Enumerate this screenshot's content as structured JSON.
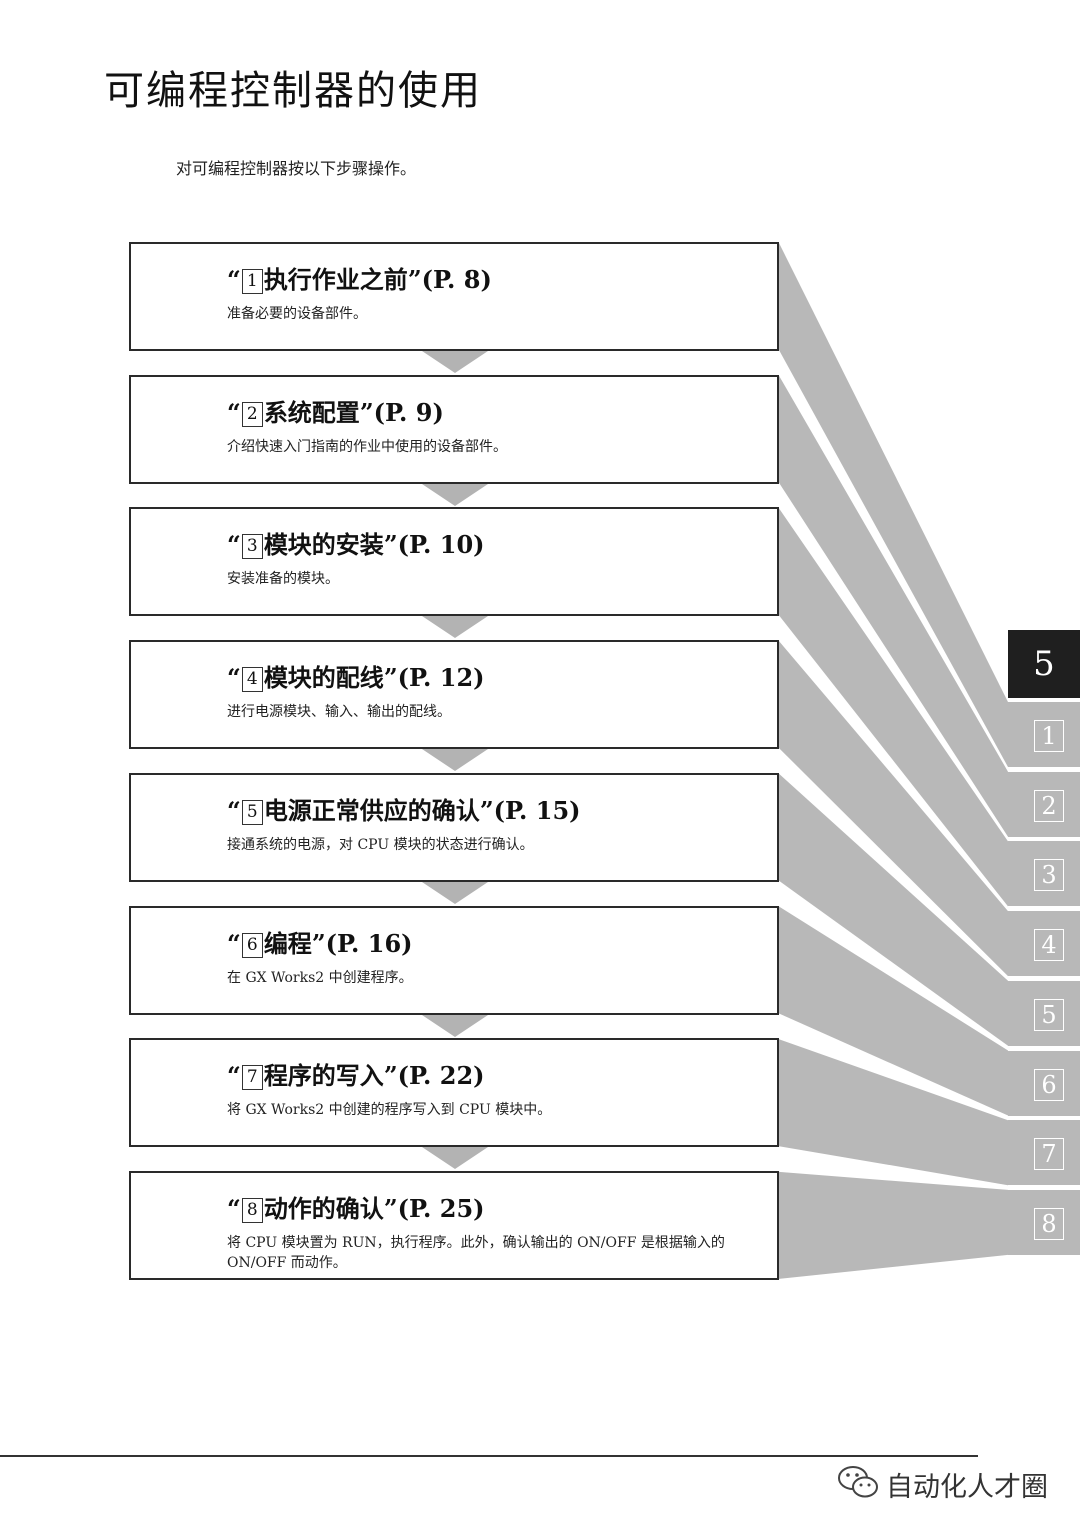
{
  "page": {
    "title": "可编程控制器的使用",
    "intro": "对可编程控制器按以下步骤操作。"
  },
  "steps": [
    {
      "num": "1",
      "title": "执行作业之前",
      "page_ref": "(P. 8)",
      "desc": "准备必要的设备部件。"
    },
    {
      "num": "2",
      "title": "系统配置",
      "page_ref": "(P. 9)",
      "desc": "介绍快速入门指南的作业中使用的设备部件。"
    },
    {
      "num": "3",
      "title": "模块的安装",
      "page_ref": "(P. 10)",
      "desc": "安装准备的模块。"
    },
    {
      "num": "4",
      "title": "模块的配线",
      "page_ref": "(P. 12)",
      "desc": "进行电源模块、输入、输出的配线。"
    },
    {
      "num": "5",
      "title": "电源正常供应的确认",
      "page_ref": "(P. 15)",
      "desc": "接通系统的电源，对 CPU 模块的状态进行确认。"
    },
    {
      "num": "6",
      "title": "编程",
      "page_ref": "(P. 16)",
      "desc": "在 GX Works2 中创建程序。"
    },
    {
      "num": "7",
      "title": "程序的写入",
      "page_ref": "(P. 22)",
      "desc": "将 GX Works2 中创建的程序写入到 CPU 模块中。"
    },
    {
      "num": "8",
      "title": "动作的确认",
      "page_ref": "(P. 25)",
      "desc": "将 CPU 模块置为 RUN，执行程序。此外，确认输出的 ON/OFF 是根据输入的 ON/OFF 而动作。"
    }
  ],
  "quotes": {
    "open": "“",
    "close": "”"
  },
  "side_tabs": {
    "chapter": "5",
    "items": [
      "1",
      "2",
      "3",
      "4",
      "5",
      "6",
      "7",
      "8"
    ]
  },
  "footer": {
    "watermark": "自动化人才圈",
    "watermark_icon": "chat-bubbles-icon"
  },
  "colors": {
    "border": "#2a2a2a",
    "connector_gray": "#b8b8b8",
    "active_tab": "#1f1f1f"
  }
}
